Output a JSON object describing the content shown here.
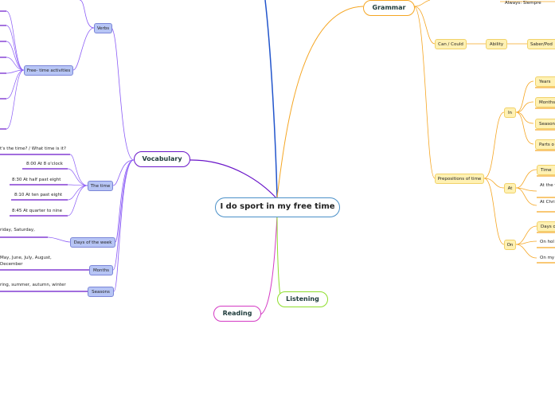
{
  "central": "I do sport in my free time",
  "branches": {
    "grammar": "Grammar",
    "vocabulary": "Vocabulary",
    "reading": "Reading",
    "listening": "Listening"
  },
  "grammar": {
    "always": "Always: Siempre",
    "can_could": "Can / Could",
    "ability": "Ability",
    "saber_poder": "Saber/Pod",
    "prepositions": "Prepositions of time",
    "in": "In",
    "in_items": [
      "Years",
      "Months",
      "Season",
      "Parts o"
    ],
    "at": "At",
    "at_items": [
      "Time",
      "At the w",
      "At Chri"
    ],
    "on": "On",
    "on_items": [
      "Days o",
      "On hol",
      "On my"
    ]
  },
  "vocabulary": {
    "verbs": "Verbs",
    "free_time": "Free- time activities",
    "the_time": "The time",
    "time_question": "t's the time? / What time is it?",
    "time_items": [
      "8:00   At 8 o'clock",
      "8:30   At half past eight",
      "8:10   At ten past eight",
      "8:45   At quarter to nine"
    ],
    "days_of_week": "Days of the week",
    "days_text": "riday, Saturday,",
    "months": "Months",
    "months_text_1": "May, June, July, August,",
    "months_text_2": "December",
    "seasons": "Seasons",
    "seasons_text": "ring, summer, autumn, winter"
  },
  "colors": {
    "grammar": "#f5a623",
    "vocabulary": "#6a16c9",
    "reading": "#d43ac4",
    "listening": "#8fde2c",
    "top_branch": "#2255cc"
  }
}
